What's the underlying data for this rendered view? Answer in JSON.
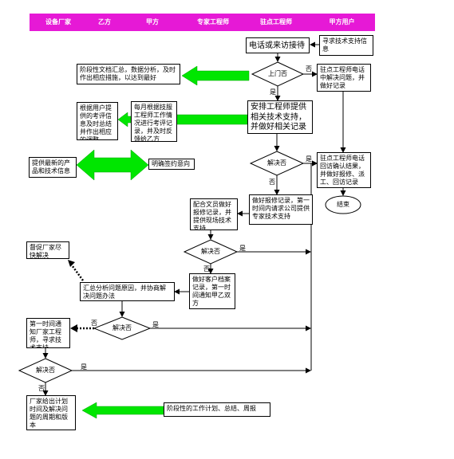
{
  "header": {
    "columns": [
      "设备厂家",
      "乙方",
      "甲方",
      "专家工程师",
      "驻点工程师",
      "甲方用户"
    ],
    "bar_color": "#e619d6"
  },
  "nodes": {
    "phone_reception": "电话或来访接待",
    "request_support": "寻求技术支持信息",
    "visit_decision": "上门否",
    "onsite_no_visit": "驻点工程师电话中解决问题，并做好记录",
    "phase_summary": "阶段性文档汇总，数据分析，及时作出相应措施，以达到最好",
    "arrange_expert": "安排工程师提供相关技术支持，并做好相关记录",
    "monthly_eval": "每月根据技服工程师工作情况进行考评记录，并及时反馈给乙方",
    "adjust_by_eval": "根据用户提供的考评信息及时总结并作出相应的调整",
    "latest_products": "提供最新的产品和技术信息",
    "confirm_sign": "明确签约意向",
    "solved_1": "解决否",
    "revisit": "驻点工程师电话回访确认结果，并做好报修、派工、回访记录",
    "end": "结束",
    "repair_record": "做好报修记录，第一时间内请求公司提供专家技术支持",
    "assist_docs": "配合文员做好报修记录，并提供现场技术支持",
    "solved_2": "解决否",
    "urge_vendor": "督促厂家尽快解决",
    "customer_file": "做好客户档案记录，第一时间通知甲乙双方",
    "analyze_cause": "汇总分析问题原因，并协商解决问题办法",
    "notify_vendor": "第一时间通知厂家工程师，寻求技术支持",
    "solved_3": "解决否",
    "solved_4": "解决否",
    "vendor_plan": "厂家给出计划时间及解决问题的周期和版本",
    "phase_plan": "阶段性的工作计划、总结、周报"
  },
  "labels": {
    "yes": "是",
    "no": "否"
  },
  "colors": {
    "arrow_green": "#00e600",
    "arrow_green_dark": "#00a000"
  }
}
